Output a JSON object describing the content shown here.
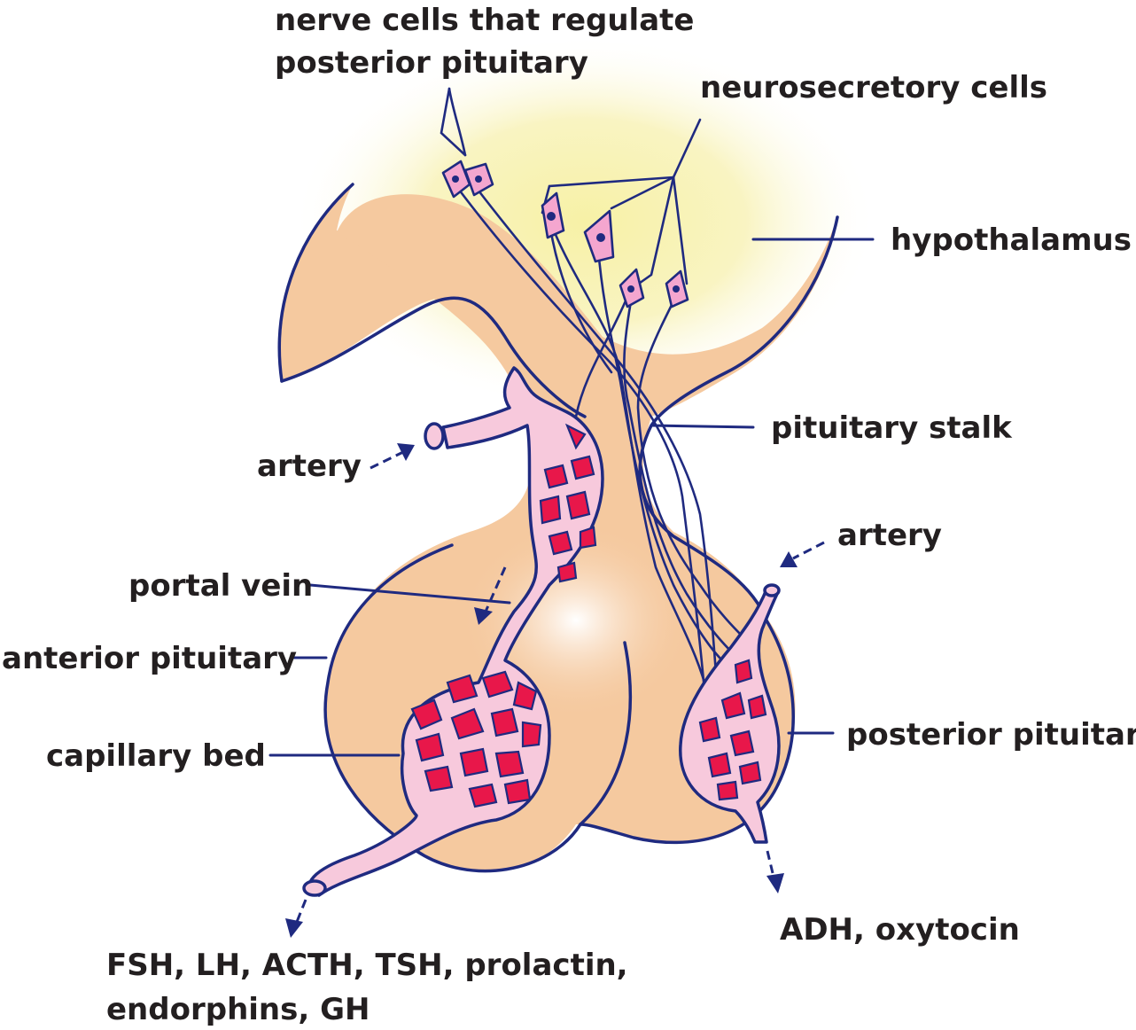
{
  "labels": {
    "nerve_cells_line1": "nerve cells that regulate",
    "nerve_cells_line2": "posterior pituitary",
    "neurosecretory_cells": "neurosecretory cells",
    "hypothalamus": "hypothalamus",
    "pituitary_stalk": "pituitary stalk",
    "artery_left": "artery",
    "artery_right": "artery",
    "portal_vein": "portal vein",
    "anterior_pituitary": "anterior pituitary",
    "posterior_pituitary": "posterior pituitary",
    "capillary_bed": "capillary bed",
    "anterior_hormones_line1": "FSH, LH, ACTH, TSH, prolactin,",
    "anterior_hormones_line2": "endorphins, GH",
    "posterior_hormones": "ADH, oxytocin"
  },
  "colors": {
    "tissue": "#f5c99f",
    "hypothalamus_glow": "#f7f1a6",
    "outline": "#1f2a80",
    "vessel": "#f7c9dc",
    "blood": "#e8174a",
    "neuron": "#f4a6cf",
    "text": "#231f20"
  }
}
